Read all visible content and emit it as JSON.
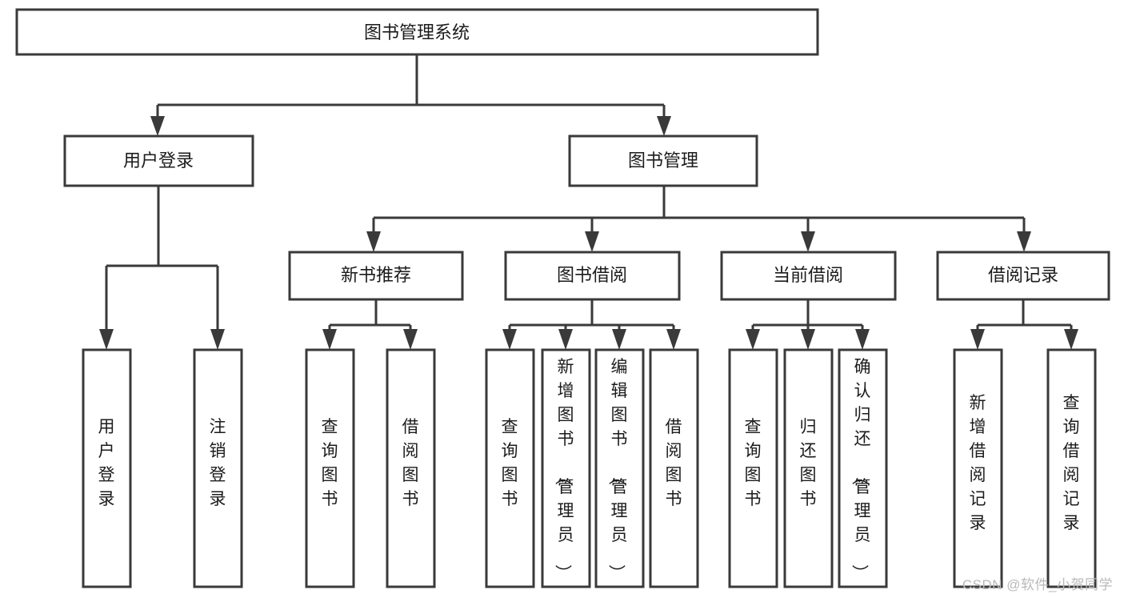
{
  "diagram": {
    "type": "tree",
    "title": "图书管理系统",
    "watermark": "CSDN @软件_小贺同学",
    "colors": {
      "stroke": "#3a3a3a",
      "fill": "#ffffff",
      "text": "#1b1b1b",
      "watermark": "#b9b9b9",
      "background": "#ffffff"
    },
    "nodes": {
      "root": {
        "label": "图书管理系统"
      },
      "level2": [
        {
          "label": "用户登录"
        },
        {
          "label": "图书管理"
        }
      ],
      "level3": [
        {
          "label": "新书推荐"
        },
        {
          "label": "图书借阅"
        },
        {
          "label": "当前借阅"
        },
        {
          "label": "借阅记录"
        }
      ],
      "leaves": {
        "user_login": [
          {
            "label": "用户登录"
          },
          {
            "label": "注销登录"
          }
        ],
        "new_book_recommend": [
          {
            "label": "查询图书"
          },
          {
            "label": "借阅图书"
          }
        ],
        "book_borrow": [
          {
            "label": "查询图书"
          },
          {
            "label": "新增图书（管理员）"
          },
          {
            "label": "编辑图书（管理员）"
          },
          {
            "label": "借阅图书"
          }
        ],
        "current_borrow": [
          {
            "label": "查询图书"
          },
          {
            "label": "归还图书"
          },
          {
            "label": "确认归还（管理员）"
          }
        ],
        "borrow_record": [
          {
            "label": "新增借阅记录"
          },
          {
            "label": "查询借阅记录"
          }
        ]
      }
    }
  }
}
